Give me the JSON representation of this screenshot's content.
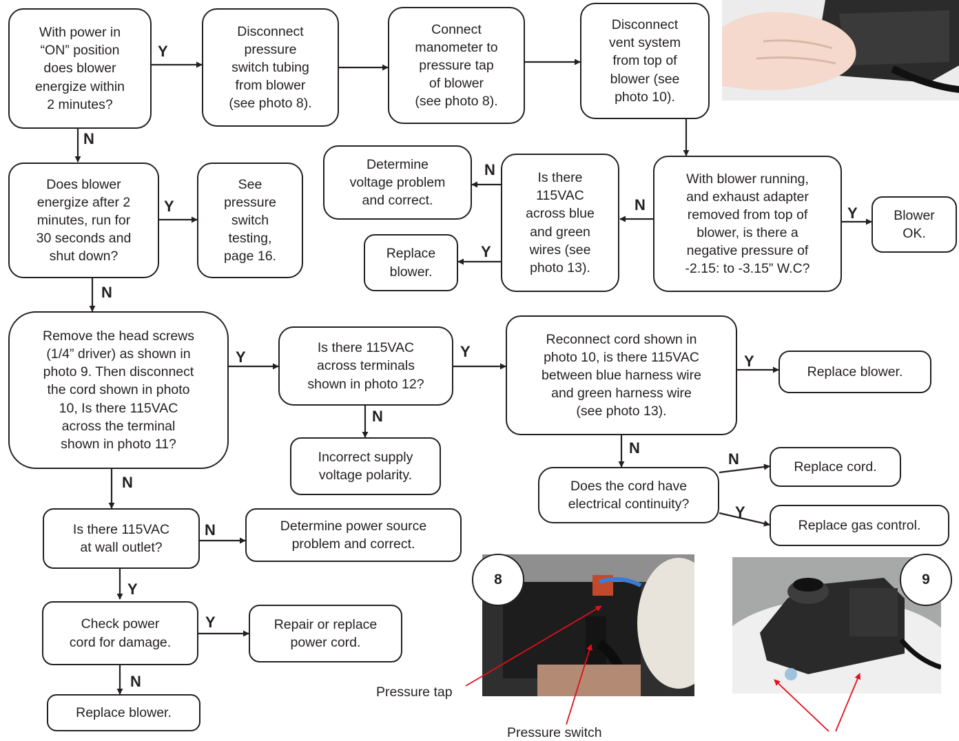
{
  "boxes": {
    "b1": [
      "With power in",
      "“ON” position",
      "does blower",
      "energize within",
      "2 minutes?"
    ],
    "b2": [
      "Disconnect",
      "pressure",
      "switch tubing",
      "from blower",
      "(see photo 8)."
    ],
    "b3": [
      "Connect",
      "manometer to",
      "pressure tap",
      "of blower",
      "(see photo 8)."
    ],
    "b4": [
      "Disconnect",
      "vent system",
      "from top of",
      "blower (see",
      "photo 10)."
    ],
    "b5": [
      "Does blower",
      "energize after 2",
      "minutes, run for",
      "30 seconds and",
      "shut down?"
    ],
    "b6": [
      "See",
      "pressure",
      "switch",
      "testing,",
      "page 16."
    ],
    "b7": [
      "Determine",
      "voltage problem",
      "and correct."
    ],
    "b8": [
      "Is there",
      "115VAC",
      "across blue",
      "and green",
      "wires (see",
      "photo 13)."
    ],
    "b9": [
      "With blower running,",
      "and exhaust adapter",
      "removed from top of",
      "blower, is there a",
      "negative pressure of",
      "-2.15: to -3.15” W.C?"
    ],
    "b10": [
      "Blower",
      "OK."
    ],
    "b11": [
      "Replace",
      "blower."
    ],
    "b12": [
      "Remove the head screws",
      "(1/4” driver) as shown in",
      "photo 9. Then disconnect",
      "the cord shown in photo",
      "10, Is there 115VAC",
      "across the terminal",
      "shown in photo 11?"
    ],
    "b13": [
      "Is there 115VAC",
      "across terminals",
      "shown in photo 12?"
    ],
    "b14": [
      "Reconnect cord shown in",
      "photo 10, is there 115VAC",
      "between blue harness wire",
      "and green harness wire",
      "(see photo 13)."
    ],
    "b15": [
      "Replace blower."
    ],
    "b16": [
      "Incorrect supply",
      "voltage polarity."
    ],
    "b17": [
      "Replace cord."
    ],
    "b18": [
      "Does the cord have",
      "electrical continuity?"
    ],
    "b19": [
      "Replace gas control."
    ],
    "b20": [
      "Is there 115VAC",
      "at wall outlet?"
    ],
    "b21": [
      "Determine power source",
      "problem and correct."
    ],
    "b22": [
      "Check power",
      "cord for damage."
    ],
    "b23": [
      "Repair or replace",
      "power cord."
    ],
    "b24": [
      "Replace blower."
    ]
  },
  "labels": {
    "y": "Y",
    "n": "N"
  },
  "photos": {
    "photo8_number": "8",
    "photo9_number": "9",
    "pressure_tap_caption": "Pressure tap",
    "pressure_switch_caption": "Pressure switch"
  },
  "colors": {
    "line": "#231f20",
    "callout": "#e0101a"
  },
  "icons": {
    "connector": "arrow-icon"
  }
}
